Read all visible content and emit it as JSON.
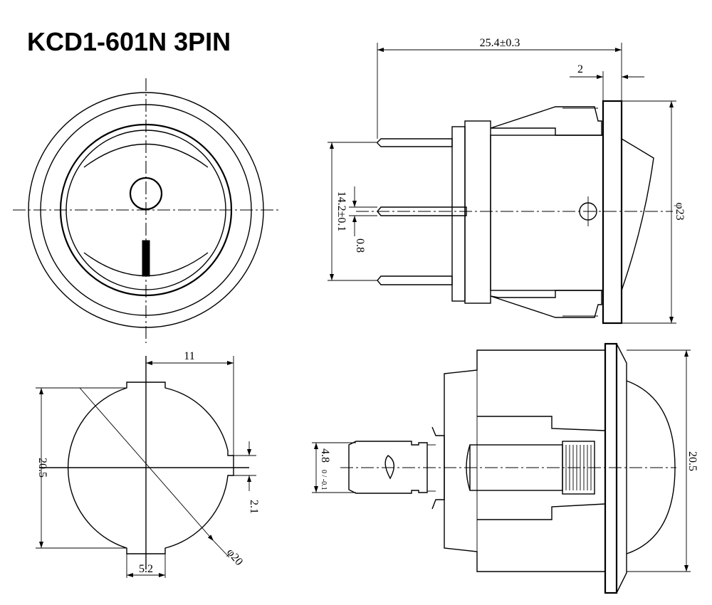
{
  "title": "KCD1-601N 3PIN",
  "dimensions": {
    "overall_length": "25.4±0.3",
    "flange_thickness": "2",
    "pin_span": "14.2±0.1",
    "pin_thickness": "0.8",
    "front_diameter": "φ23",
    "mount_width": "11",
    "mount_height": "20.5",
    "key_depth": "2.1",
    "mount_diameter": "φ20",
    "key_width": "5.2",
    "terminal_width": "4.8",
    "terminal_tolerance": "0 / -0.1",
    "body_height": "20.5"
  },
  "symbols": {
    "on": "I",
    "off": "O"
  }
}
